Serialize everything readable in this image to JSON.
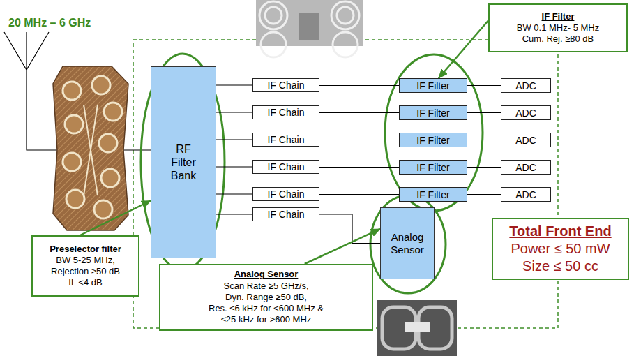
{
  "diagram": {
    "nodes": [
      {
        "text": [
          "RF Filter Bank"
        ]
      },
      {
        "text": [
          "IF Chain"
        ]
      },
      {
        "text": [
          "IF Chain"
        ]
      },
      {
        "text": [
          "IF Chain"
        ]
      },
      {
        "text": [
          "IF Chain"
        ]
      },
      {
        "text": [
          "IF Chain"
        ]
      },
      {
        "text": [
          "IF Chain"
        ]
      },
      {
        "text": [
          "IF Filter"
        ]
      },
      {
        "text": [
          "IF Filter"
        ]
      },
      {
        "text": [
          "IF Filter"
        ]
      },
      {
        "text": [
          "IF Filter"
        ]
      },
      {
        "text": [
          "IF Filter"
        ]
      },
      {
        "text": [
          "ADC"
        ]
      },
      {
        "text": [
          "ADC"
        ]
      },
      {
        "text": [
          "ADC"
        ]
      },
      {
        "text": [
          "ADC"
        ]
      },
      {
        "text": [
          "ADC"
        ]
      },
      {
        "text": [
          "Analog Sensor"
        ]
      },
      {
        "text": [
          "IF Filter",
          "BW 0.1 MHz- 5 MHz",
          "Cum. Rej. ≥80 dB"
        ]
      },
      {
        "text": [
          "Preselector filter",
          "BW 5-25 MHz,",
          "Rejection ≥50 dB",
          "IL <4 dB"
        ]
      },
      {
        "text": [
          "Analog Sensor",
          "Scan Rate ≥5 GHz/s,",
          "Dyn. Range ≥50 dB,",
          "Res. ≤6 kHz for <600 MHz & ≤25 kHz for >600 MHz"
        ]
      },
      {
        "text": [
          "Total Front End",
          "Power ≤ 50 mW",
          "Size ≤ 50 cc"
        ]
      }
    ],
    "edges": [
      {
        "from": 0,
        "to": 1,
        "arrow": "none"
      },
      {
        "from": 0,
        "to": 2,
        "arrow": "none"
      },
      {
        "from": 0,
        "to": 3,
        "arrow": "none"
      },
      {
        "from": 0,
        "to": 4,
        "arrow": "none"
      },
      {
        "from": 0,
        "to": 5,
        "arrow": "none"
      },
      {
        "from": 0,
        "to": 6,
        "arrow": "none"
      },
      {
        "from": 1,
        "to": 7,
        "arrow": "none"
      },
      {
        "from": 2,
        "to": 8,
        "arrow": "none"
      },
      {
        "from": 3,
        "to": 9,
        "arrow": "none"
      },
      {
        "from": 4,
        "to": 10,
        "arrow": "none"
      },
      {
        "from": 5,
        "to": 11,
        "arrow": "none"
      },
      {
        "from": 7,
        "to": 12,
        "arrow": "none"
      },
      {
        "from": 8,
        "to": 13,
        "arrow": "none"
      },
      {
        "from": 9,
        "to": 14,
        "arrow": "none"
      },
      {
        "from": 10,
        "to": 15,
        "arrow": "none"
      },
      {
        "from": 11,
        "to": 16,
        "arrow": "none"
      },
      {
        "from": 6,
        "to": 17,
        "arrow": "none"
      },
      {
        "from": 18,
        "to": 7,
        "arrow": "to"
      },
      {
        "from": 19,
        "to": 0,
        "arrow": "to"
      },
      {
        "from": 20,
        "to": 17,
        "arrow": "to"
      }
    ],
    "labels": [
      "20 MHz – 6 GHz"
    ]
  }
}
